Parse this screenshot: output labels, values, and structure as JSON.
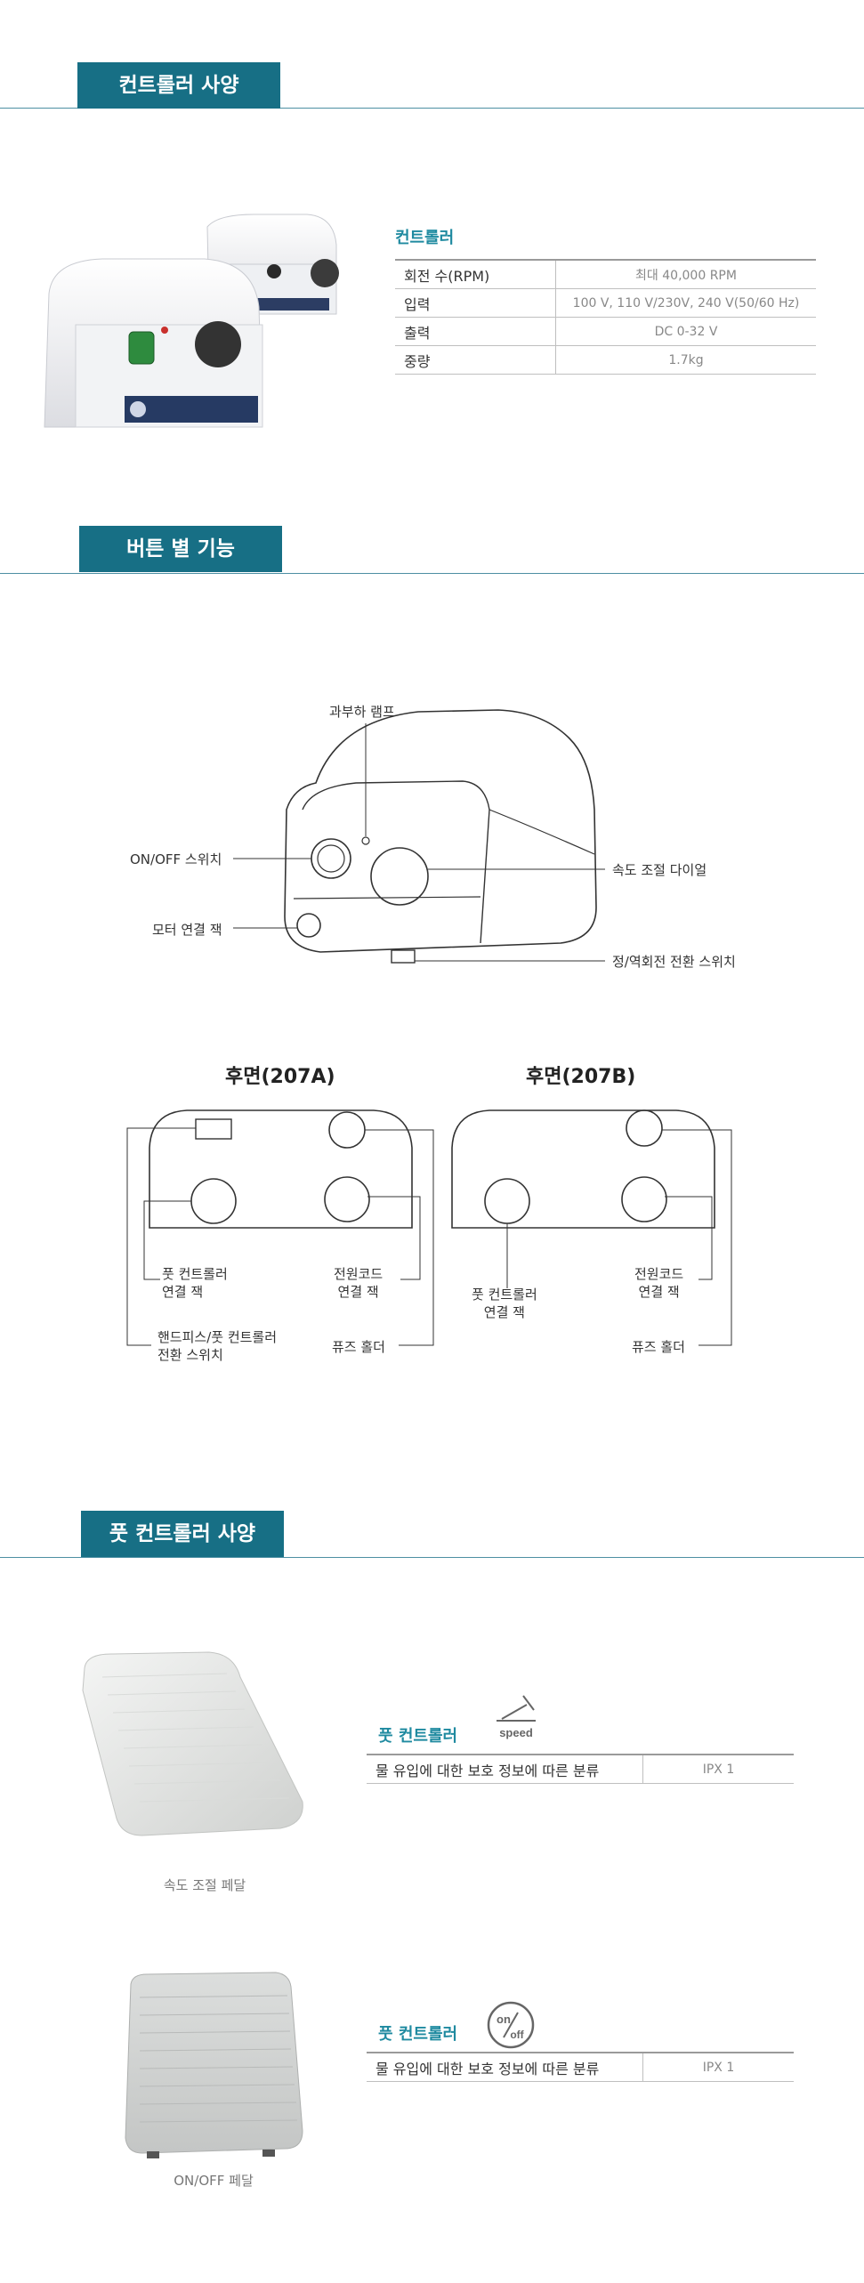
{
  "sections": {
    "controller_spec": "컨트롤러 사양",
    "button_functions": "버튼 별 기능",
    "foot_spec": "풋 컨트롤러 사양"
  },
  "controller_table": {
    "title": "컨트롤러",
    "rows": [
      {
        "key": "회전 수(RPM)",
        "value": "최대 40,000 RPM"
      },
      {
        "key": "입력",
        "value": "100 V, 110 V/230V, 240 V(50/60 Hz)"
      },
      {
        "key": "출력",
        "value": "DC 0-32 V"
      },
      {
        "key": "중량",
        "value": "1.7kg"
      }
    ]
  },
  "front_labels": {
    "overload_lamp": "과부하 램프",
    "on_off_switch": "ON/OFF 스위치",
    "motor_jack": "모터 연결 잭",
    "speed_dial": "속도 조절 다이얼",
    "direction_switch": "정/역회전 전환 스위치"
  },
  "rear_a": {
    "title": "후면(207A)",
    "foot_jack_1": "풋 컨트롤러",
    "foot_jack_2": "연결 잭",
    "power_jack_1": "전원코드",
    "power_jack_2": "연결 잭",
    "handpiece_switch_1": "핸드피스/풋 컨트롤러",
    "handpiece_switch_2": "전환 스위치",
    "fuse": "퓨즈 홀더"
  },
  "rear_b": {
    "title": "후면(207B)",
    "foot_jack_1": "풋 컨트롤러",
    "foot_jack_2": "연결 잭",
    "power_jack_1": "전원코드",
    "power_jack_2": "연결 잭",
    "fuse": "퓨즈 홀더"
  },
  "foot_speed": {
    "title": "풋 컨트롤러",
    "icon_label": "speed",
    "row_key": "물 유입에 대한 보호 정보에 따른 분류",
    "row_value": "IPX 1",
    "caption": "속도 조절 페달"
  },
  "foot_onoff": {
    "title": "풋 컨트롤러",
    "icon_label_top": "on",
    "icon_label_bottom": "off",
    "row_key": "물 유입에 대한 보호 정보에 따른 분류",
    "row_value": "IPX 1",
    "caption": "ON/OFF 페달"
  },
  "colors": {
    "section_bar": "#176f85",
    "accent_title": "#1f8aa0"
  }
}
